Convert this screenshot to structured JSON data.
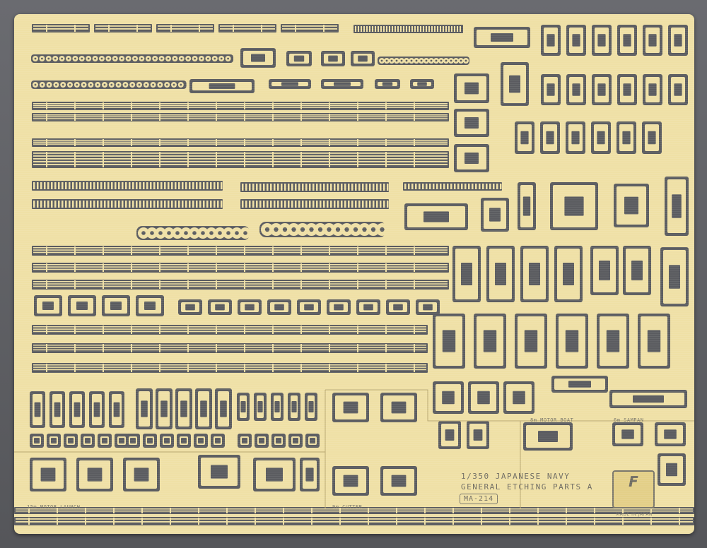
{
  "sheet": {
    "title_line1": "1/350 JAPANESE NAVY",
    "title_line2": "GENERAL ETCHING PARTS A",
    "code": "MA-214",
    "origin": "MADE IN JAPAN",
    "brand_mark": "F"
  },
  "section_labels": {
    "motor_launch": "15m MOTOR LAUNCH",
    "cutter": "9m CUTTER",
    "motor_boat": "8m MOTOR BOAT",
    "sampan": "6m SAMPAN"
  },
  "colors": {
    "brass": "#efe0a6",
    "etch_gap": "#5b5c60",
    "background": "#5c5d61"
  }
}
